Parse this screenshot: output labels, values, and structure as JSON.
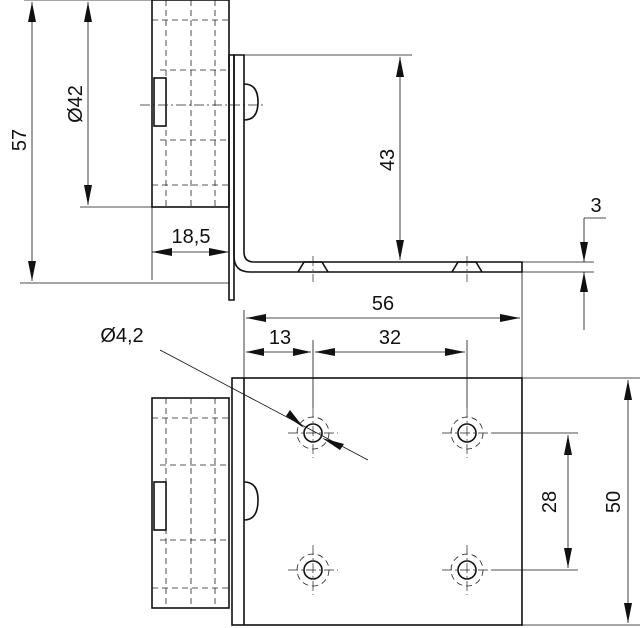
{
  "drawing": {
    "dimensions": {
      "height_total": "57",
      "cylinder_diameter": "Ø42",
      "offset": "18,5",
      "leg_height": "43",
      "thickness": "3",
      "width_total": "56",
      "hole_offset": "13",
      "hole_spacing_x": "32",
      "hole_diameter": "Ø4,2",
      "hole_spacing_y": "28",
      "plate_height": "50"
    }
  }
}
